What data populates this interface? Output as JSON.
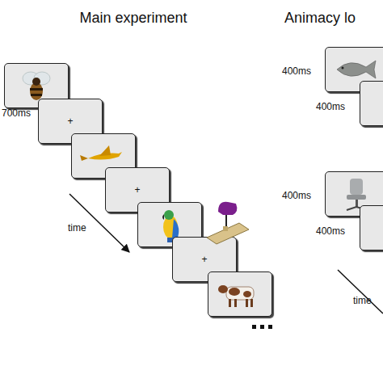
{
  "diagram": {
    "nodes": [
      {
        "text": [
          "+"
        ]
      },
      {
        "text": [
          "+"
        ]
      },
      {
        "text": [
          "+"
        ]
      }
    ],
    "labels": [
      "Main experiment",
      "Animacy lo",
      "700ms",
      "time",
      "400ms",
      "400ms",
      "400ms",
      "400ms",
      "time"
    ]
  }
}
